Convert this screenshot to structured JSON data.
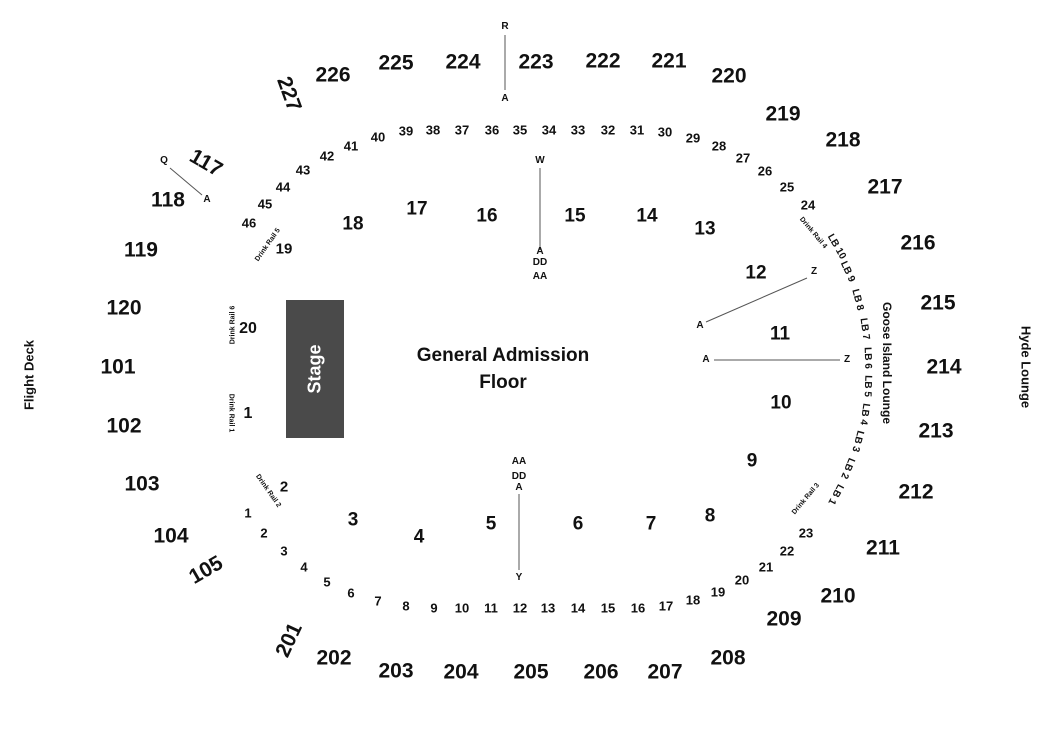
{
  "map": {
    "stage": "Stage",
    "general_admission": {
      "line1": "General Admission",
      "line2": "Floor"
    },
    "lounges": {
      "flight_deck": "Flight Deck",
      "hyde_lounge": "Hyde Lounge",
      "goose_island": "Goose Island Lounge"
    },
    "colors": {
      "stage": "#4a4a4a",
      "text": "#111111",
      "lines": "#555555"
    },
    "sections": [
      {
        "text": "227"
      },
      {
        "text": "226"
      },
      {
        "text": "225"
      },
      {
        "text": "224"
      },
      {
        "text": "223"
      },
      {
        "text": "222"
      },
      {
        "text": "221"
      },
      {
        "text": "220"
      },
      {
        "text": "219"
      },
      {
        "text": "218"
      },
      {
        "text": "217"
      },
      {
        "text": "216"
      },
      {
        "text": "215"
      },
      {
        "text": "214"
      },
      {
        "text": "213"
      },
      {
        "text": "212"
      },
      {
        "text": "211"
      },
      {
        "text": "210"
      },
      {
        "text": "209"
      },
      {
        "text": "208"
      },
      {
        "text": "207"
      },
      {
        "text": "206"
      },
      {
        "text": "205"
      },
      {
        "text": "204"
      },
      {
        "text": "203"
      },
      {
        "text": "202"
      },
      {
        "text": "201"
      },
      {
        "text": "117"
      },
      {
        "text": "118"
      },
      {
        "text": "119"
      },
      {
        "text": "120"
      },
      {
        "text": "101"
      },
      {
        "text": "102"
      },
      {
        "text": "103"
      },
      {
        "text": "104"
      },
      {
        "text": "105"
      }
    ],
    "floor_sections": [
      {
        "text": "18"
      },
      {
        "text": "17"
      },
      {
        "text": "16"
      },
      {
        "text": "15"
      },
      {
        "text": "14"
      },
      {
        "text": "13"
      },
      {
        "text": "12"
      },
      {
        "text": "11"
      },
      {
        "text": "10"
      },
      {
        "text": "9"
      },
      {
        "text": "8"
      },
      {
        "text": "7"
      },
      {
        "text": "6"
      },
      {
        "text": "5"
      },
      {
        "text": "4"
      },
      {
        "text": "3"
      },
      {
        "text": "20"
      },
      {
        "text": "1"
      },
      {
        "text": "19"
      },
      {
        "text": "2"
      }
    ],
    "rows": [
      {
        "text": "40"
      },
      {
        "text": "39"
      },
      {
        "text": "38"
      },
      {
        "text": "37"
      },
      {
        "text": "36"
      },
      {
        "text": "35"
      },
      {
        "text": "34"
      },
      {
        "text": "33"
      },
      {
        "text": "32"
      },
      {
        "text": "31"
      },
      {
        "text": "30"
      },
      {
        "text": "29"
      },
      {
        "text": "28"
      },
      {
        "text": "27"
      },
      {
        "text": "26"
      },
      {
        "text": "25"
      },
      {
        "text": "24"
      },
      {
        "text": "41"
      },
      {
        "text": "42"
      },
      {
        "text": "43"
      },
      {
        "text": "44"
      },
      {
        "text": "45"
      },
      {
        "text": "46"
      },
      {
        "text": "1"
      },
      {
        "text": "2"
      },
      {
        "text": "3"
      },
      {
        "text": "4"
      },
      {
        "text": "5"
      },
      {
        "text": "6"
      },
      {
        "text": "7"
      },
      {
        "text": "8"
      },
      {
        "text": "9"
      },
      {
        "text": "10"
      },
      {
        "text": "11"
      },
      {
        "text": "12"
      },
      {
        "text": "13"
      },
      {
        "text": "14"
      },
      {
        "text": "15"
      },
      {
        "text": "16"
      },
      {
        "text": "17"
      },
      {
        "text": "18"
      },
      {
        "text": "19"
      },
      {
        "text": "20"
      },
      {
        "text": "21"
      },
      {
        "text": "22"
      },
      {
        "text": "23"
      }
    ],
    "row_markers": [
      {
        "text": "R"
      },
      {
        "text": "A"
      },
      {
        "text": "Q"
      },
      {
        "text": "A"
      },
      {
        "text": "W"
      },
      {
        "text": "A"
      },
      {
        "text": "DD"
      },
      {
        "text": "AA"
      },
      {
        "text": "AA"
      },
      {
        "text": "DD"
      },
      {
        "text": "A"
      },
      {
        "text": "Y"
      },
      {
        "text": "Z"
      },
      {
        "text": "A"
      },
      {
        "text": "A"
      },
      {
        "text": "Z"
      }
    ],
    "drink_rails": [
      {
        "text": "Drink Rail 5"
      },
      {
        "text": "Drink Rail 6"
      },
      {
        "text": "Drink Rail 1"
      },
      {
        "text": "Drink Rail 2"
      },
      {
        "text": "Drink Rail 3"
      },
      {
        "text": "Drink Rail 4"
      }
    ],
    "lounge_boxes": [
      {
        "text": "LB 10"
      },
      {
        "text": "LB 9"
      },
      {
        "text": "LB 8"
      },
      {
        "text": "LB 7"
      },
      {
        "text": "LB 6"
      },
      {
        "text": "LB 5"
      },
      {
        "text": "LB 4"
      },
      {
        "text": "LB 3"
      },
      {
        "text": "LB 2"
      },
      {
        "text": "LB 1"
      }
    ]
  }
}
